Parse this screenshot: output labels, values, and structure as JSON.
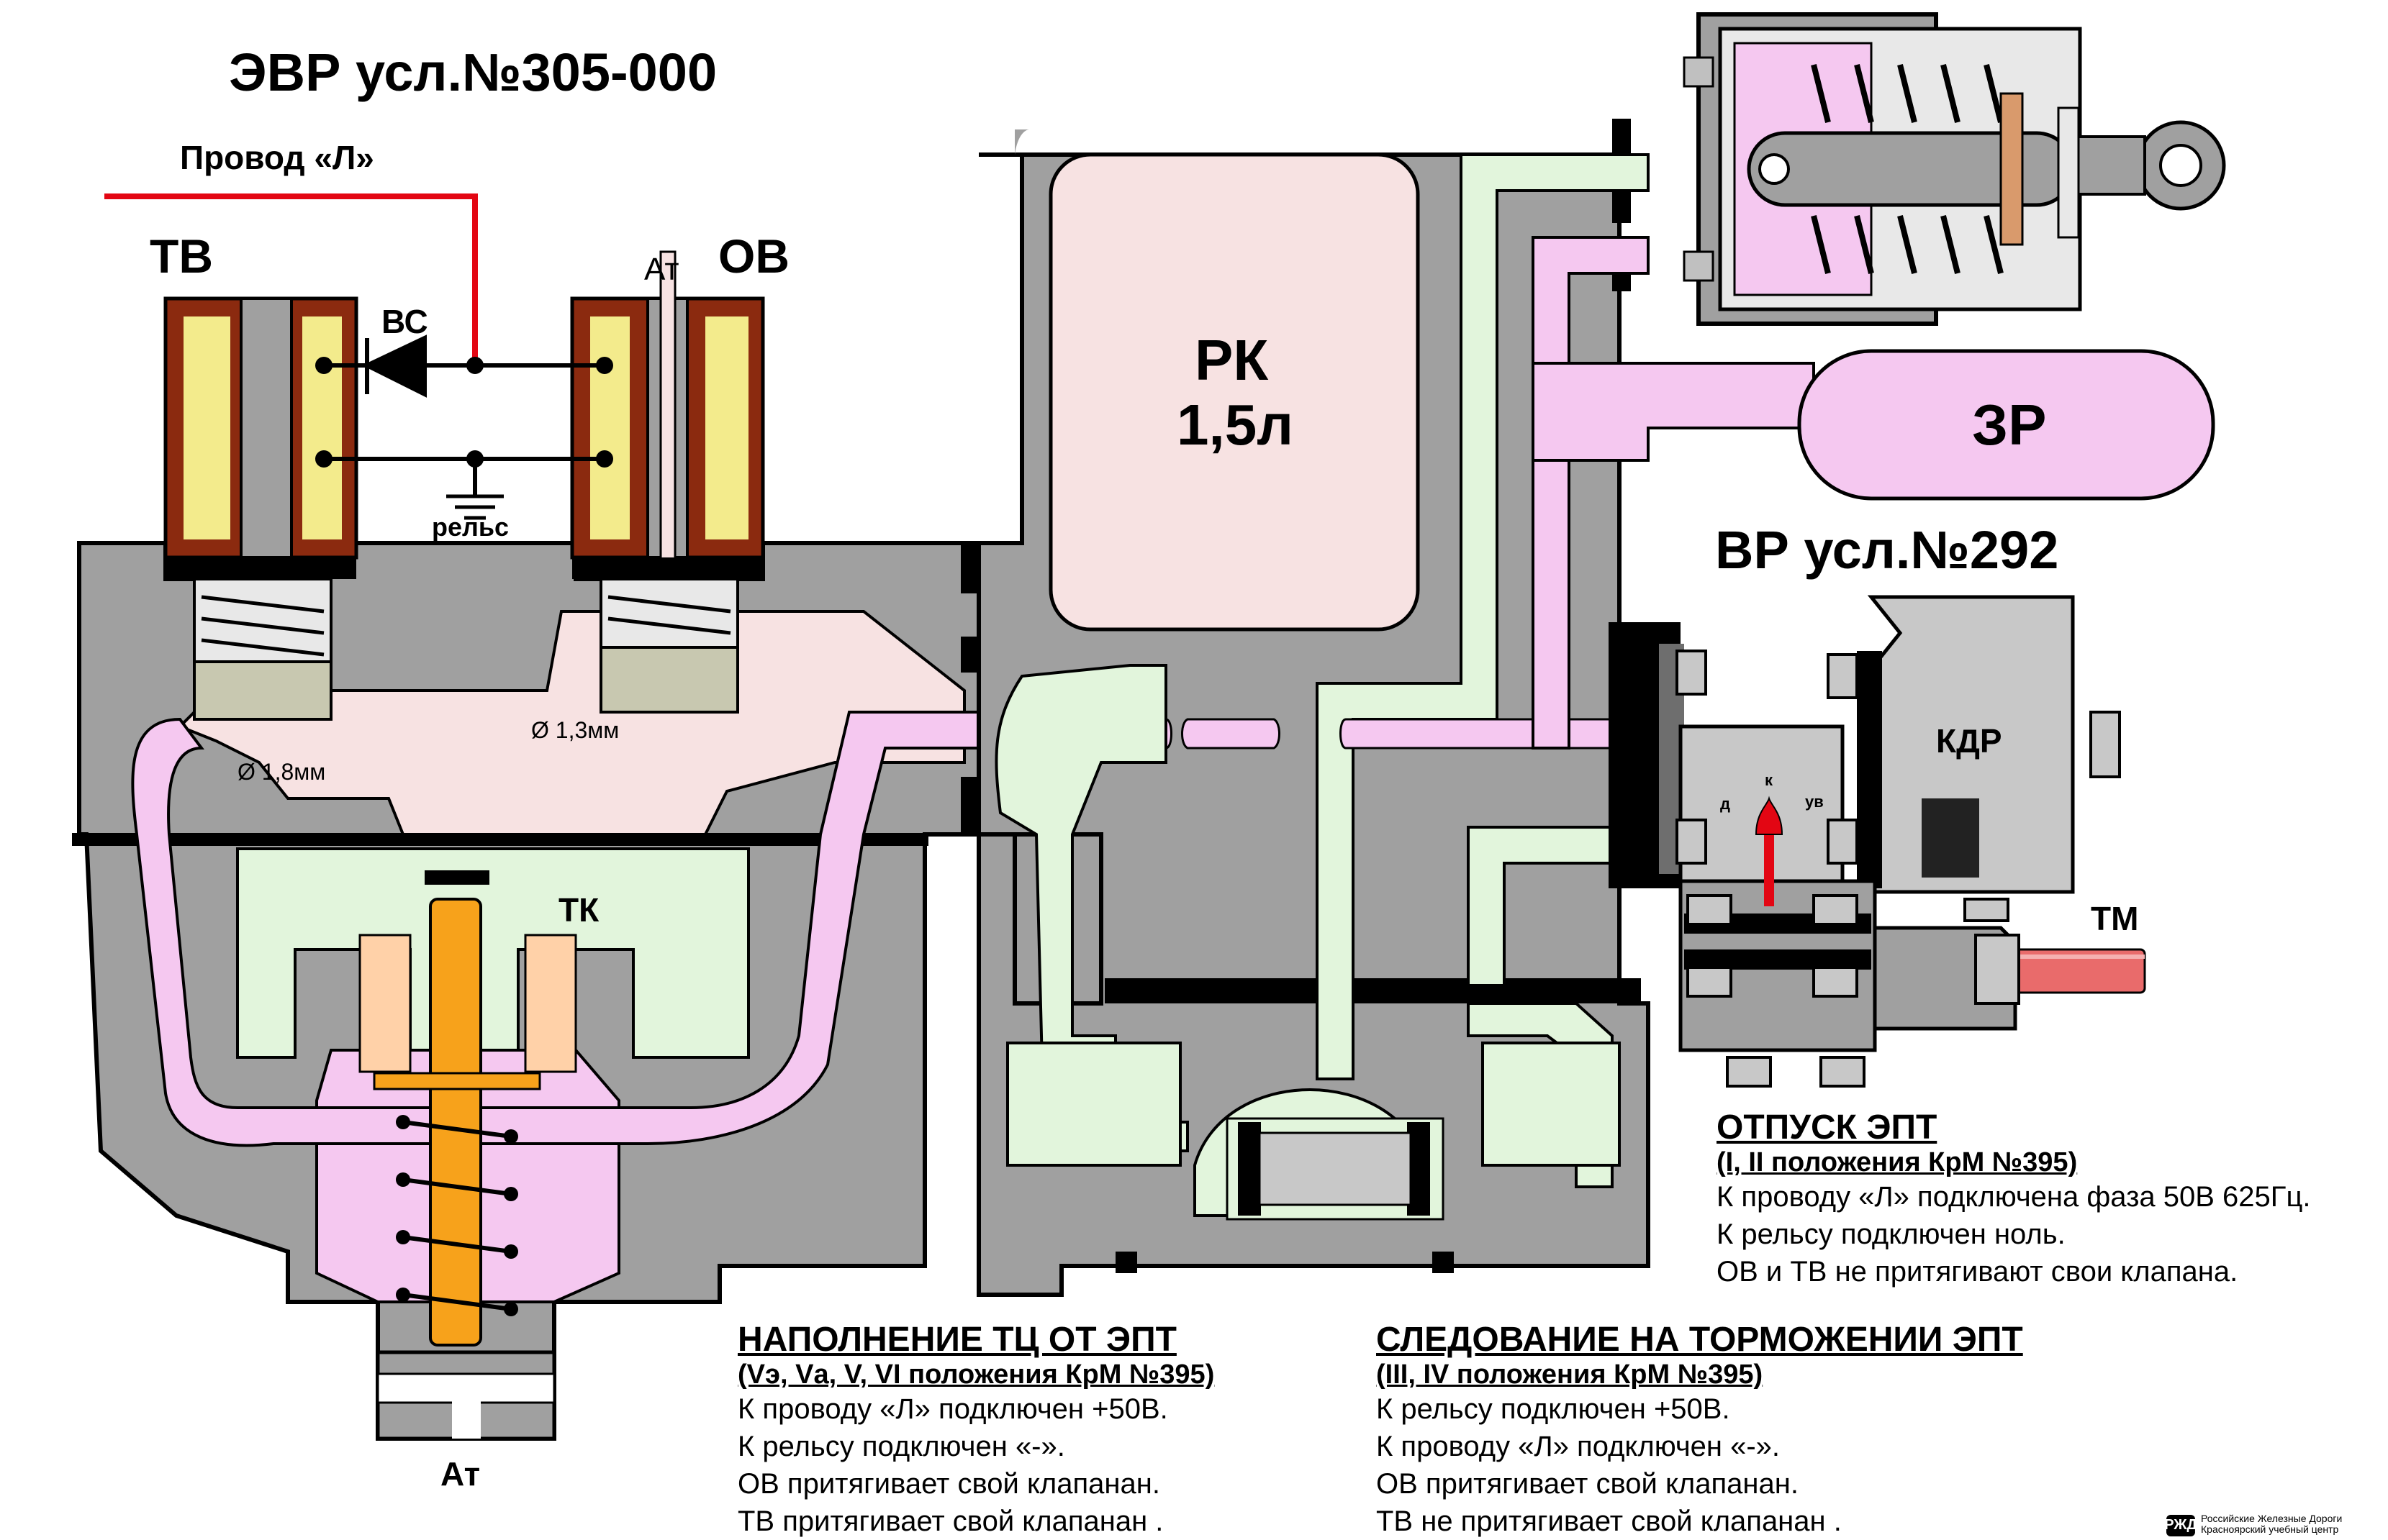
{
  "title_evr": "ЭВР усл.№305-000",
  "title_vr": "ВР усл.№292",
  "labels": {
    "wire": "Провод «Л»",
    "tv": "ТВ",
    "ov": "ОВ",
    "vs": "ВС",
    "at_top": "Ат",
    "rail": "рельс",
    "d18": "Ø 1,8мм",
    "d13": "Ø 1,3мм",
    "tk": "ТК",
    "at_bottom": "Ат",
    "rk": "РК",
    "rk_volume": "1,5л",
    "zr": "ЗР",
    "kdr": "КДР",
    "tm": "ТМ",
    "kdr_d": "д",
    "kdr_k": "к",
    "kdr_uv": "ув"
  },
  "sections": {
    "release": {
      "title": "ОТПУСК ЭПТ",
      "subtitle": "(I, II положения КрМ №395)",
      "lines": [
        "К проводу «Л» подключена фаза 50В 625Гц.",
        "К рельсу подключен ноль.",
        "ОВ и ТВ не притягивают свои клапана."
      ]
    },
    "filling": {
      "title": "НАПОЛНЕНИЕ ТЦ ОТ ЭПТ",
      "subtitle": "(Vэ, Vа, V, VI положения КрМ №395)",
      "lines": [
        "К проводу «Л» подключен +50В.",
        "К рельсу подключен «-».",
        "ОВ притягивает свой клапанан.",
        "ТВ притягивает свой клапанан ."
      ]
    },
    "following": {
      "title": "СЛЕДОВАНИЕ НА ТОРМОЖЕНИИ ЭПТ",
      "subtitle": "(III, IV положения КрМ №395)",
      "lines": [
        "К рельсу подключен +50В.",
        "К проводу «Л» подключен «-».",
        "ОВ притягивает свой клапанан.",
        "ТВ не притягивает свой клапанан ."
      ]
    }
  },
  "logo": {
    "line1": "Российские Железные Дороги",
    "line2": "Красноярский учебный центр"
  },
  "colors": {
    "body": "#a0a0a0",
    "dark": "#000000",
    "coil": "#8b2a0f",
    "coil_fill": "#f3eb8c",
    "pink": "#f5c8f0",
    "light_pink": "#f7e2e2",
    "green": "#e2f5dc",
    "orange": "#f7a21b",
    "wire": "#e30613",
    "tm_pipe": "#e96b6b"
  }
}
